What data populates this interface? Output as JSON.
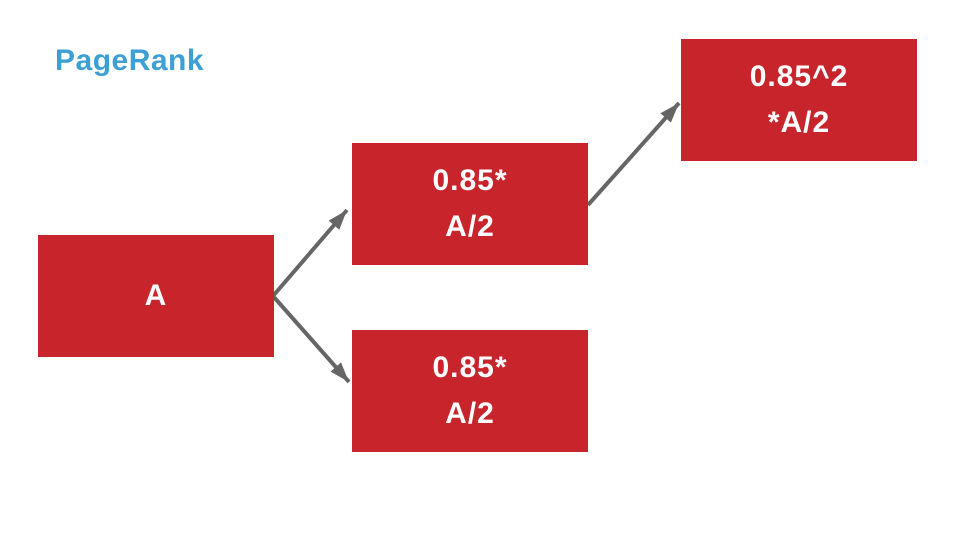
{
  "colors": {
    "background": "#FFFFFF",
    "title-blue": "#3E9FD4",
    "node-red": "#C8242C",
    "node-text": "#FFFFFF",
    "arrow-gray": "#666666"
  },
  "slide": {
    "title": "PageRank"
  },
  "diagram": {
    "nodes": [
      {
        "id": "A",
        "lines": [
          "A"
        ]
      },
      {
        "id": "first-half",
        "lines": [
          "0.85*",
          "A/2"
        ]
      },
      {
        "id": "second-half",
        "lines": [
          "0.85*",
          "A/2"
        ]
      },
      {
        "id": "squared",
        "lines": [
          "0.85^2",
          "*A/2"
        ]
      }
    ],
    "edges": [
      {
        "from": "A",
        "to": "first-half"
      },
      {
        "from": "A",
        "to": "second-half"
      },
      {
        "from": "first-half",
        "to": "squared"
      }
    ]
  }
}
